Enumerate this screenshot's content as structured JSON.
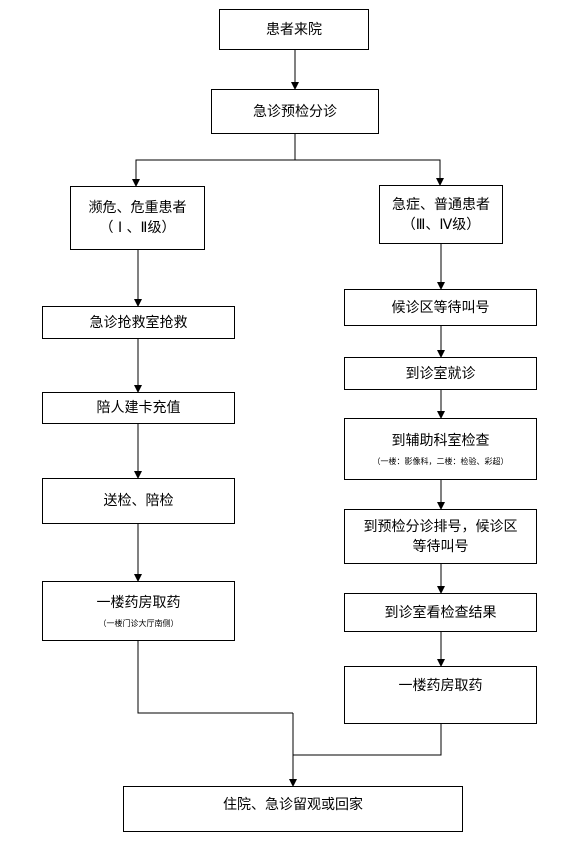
{
  "flow": {
    "start": "患者来院",
    "triage": "急诊预检分诊",
    "left": {
      "category": {
        "line1": "濒危、危重患者",
        "line2": "（ Ⅰ 、Ⅱ级）"
      },
      "rescue": "急诊抢救室抢救",
      "card": "陪人建卡充值",
      "exam": "送检、陪检",
      "pharmacy": "一楼药房取药",
      "pharmacy_note": "（一楼门诊大厅南侧）"
    },
    "right": {
      "category": {
        "line1": "急症、普通患者",
        "line2": "（Ⅲ、Ⅳ级）"
      },
      "wait": "候诊区等待叫号",
      "consult": "到诊室就诊",
      "aux": "到辅助科室检查",
      "aux_note": "（一楼：影像科，二楼：检验、彩超）",
      "queue": {
        "line1": "到预检分诊排号，候诊区",
        "line2": "等待叫号"
      },
      "results": "到诊室看检查结果",
      "pharmacy": "一楼药房取药"
    },
    "end": "住院、急诊留观或回家"
  }
}
